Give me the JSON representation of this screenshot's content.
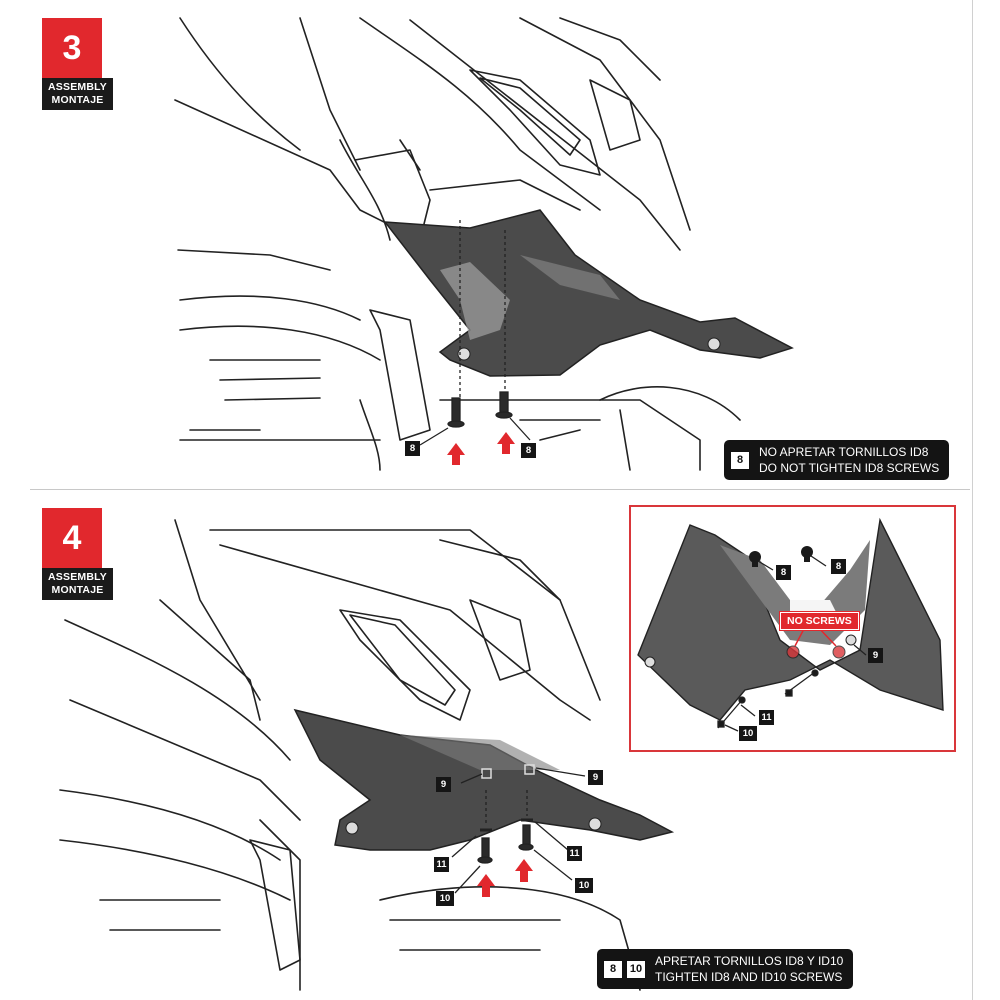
{
  "steps": [
    {
      "number": "3",
      "label_en": "ASSEMBLY",
      "label_es": "MONTAJE",
      "callouts": [
        "8",
        "8"
      ],
      "note": {
        "badges": [
          "8"
        ],
        "line1": "NO APRETAR TORNILLOS ID8",
        "line2": "DO NOT TIGHTEN ID8 SCREWS"
      }
    },
    {
      "number": "4",
      "label_en": "ASSEMBLY",
      "label_es": "MONTAJE",
      "callouts": [
        "9",
        "9",
        "11",
        "11",
        "10",
        "10"
      ],
      "detail": {
        "warning": "NO SCREWS",
        "callouts": [
          "8",
          "8",
          "9",
          "11",
          "10"
        ]
      },
      "note": {
        "badges": [
          "8",
          "10"
        ],
        "line1": "APRETAR TORNILLOS ID8 Y ID10",
        "line2": "TIGHTEN ID8 AND ID10 SCREWS"
      }
    }
  ],
  "colors": {
    "accent": "#e1282d",
    "dark": "#141414",
    "part_fill": "#4a4a4a"
  }
}
